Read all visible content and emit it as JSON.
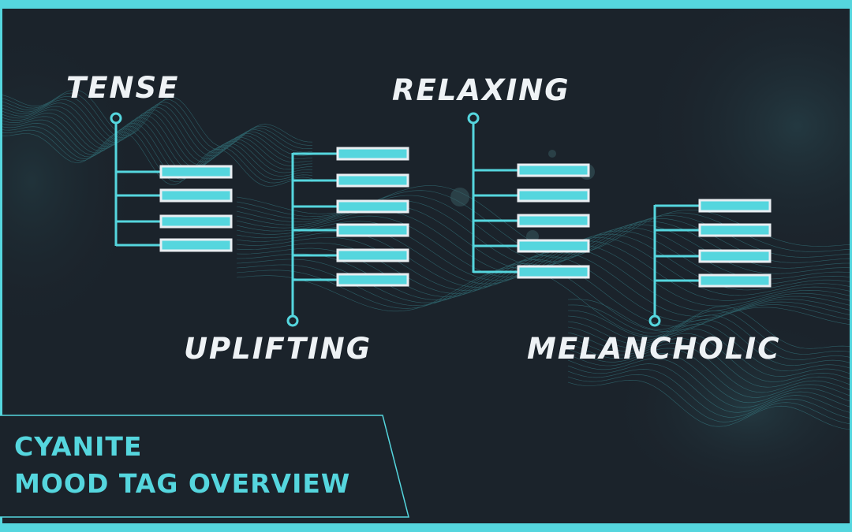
{
  "colors": {
    "accent": "#55d6de",
    "background": "#1b232b",
    "label_text": "#eef2f5",
    "tag_frame": "#e9eef2"
  },
  "moods": [
    {
      "label": "TENSE",
      "tags": 4
    },
    {
      "label": "UPLIFTING",
      "tags": 6
    },
    {
      "label": "RELAXING",
      "tags": 5
    },
    {
      "label": "MELANCHOLIC",
      "tags": 4
    }
  ],
  "title": {
    "line1": "CYANITE",
    "line2": "MOOD TAG OVERVIEW"
  }
}
